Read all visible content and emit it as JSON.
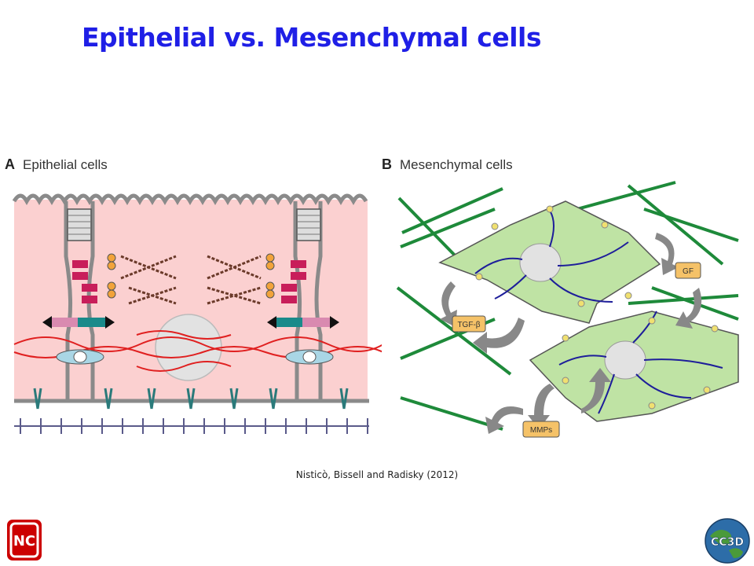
{
  "slide": {
    "title": "Epithelial vs. Mesenchymal cells",
    "citation": "Nisticò, Bissell and Radisky (2012)"
  },
  "panel_a": {
    "letter": "A",
    "label": "Epithelial cells"
  },
  "panel_b": {
    "letter": "B",
    "label": "Mesenchymal cells",
    "tags": {
      "gf": "GF",
      "tgf": "TGF-β",
      "mmps": "MMPs"
    }
  },
  "logos": {
    "left": {
      "text": "NC",
      "icon": "nc-state-logo"
    },
    "right": {
      "text": "CC3D",
      "icon": "cc3d-globe-logo"
    }
  },
  "colors": {
    "title": "#1f1fe6",
    "epithelial_bg": "#fbd0d0",
    "mesenchymal_cell": "#bfe3a4",
    "ecm_fiber": "#1e8a3a",
    "actin": "#e02020",
    "tag_bg": "#f5c268"
  }
}
